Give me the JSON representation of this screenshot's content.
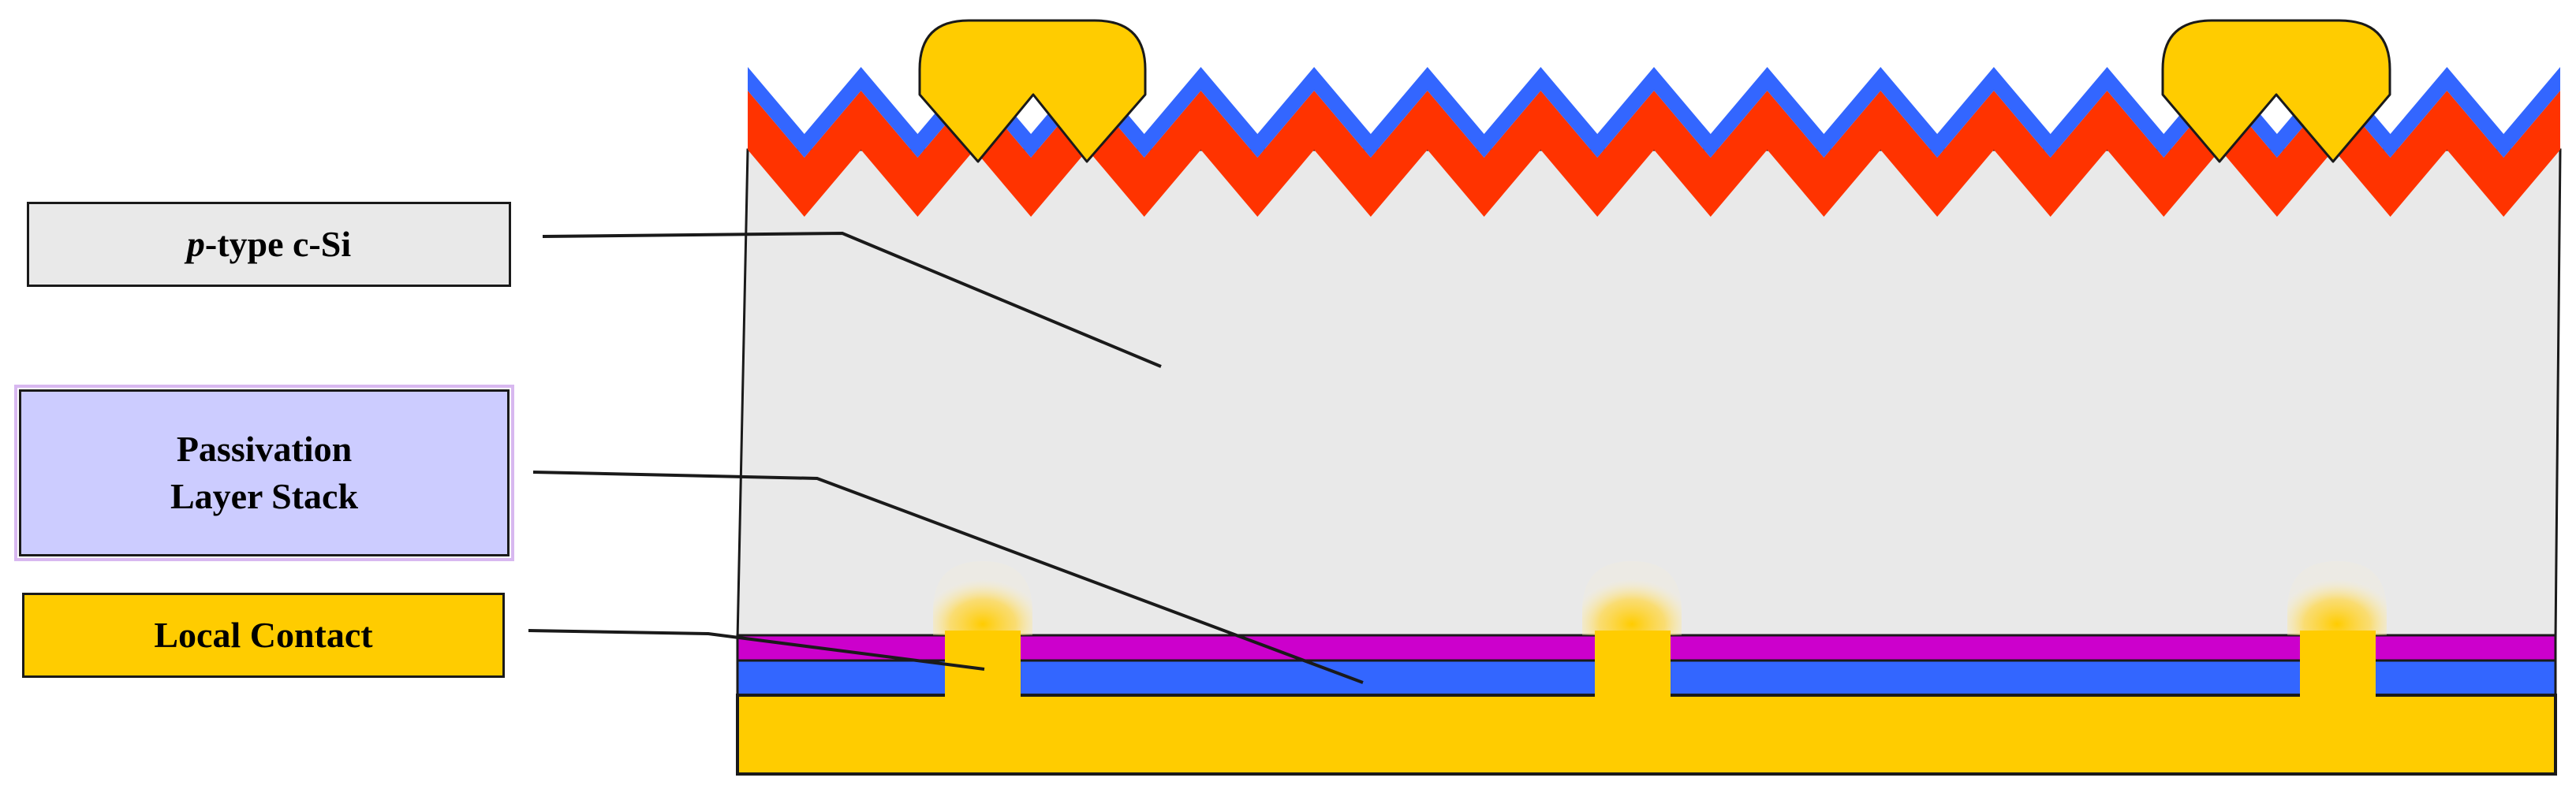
{
  "labels": {
    "substrate": {
      "prefix": "p",
      "suffix": "-type c-Si"
    },
    "passivation": {
      "line1": "Passivation",
      "line2": "Layer Stack"
    },
    "contact": {
      "text": "Local Contact"
    }
  },
  "colors": {
    "substrate": "#e9e9e9",
    "arc_layer": "#3366ff",
    "emitter": "#ff3300",
    "metal": "#ffcc00",
    "passivation_top": "#cc00cc",
    "passivation_bottom": "#3366ff",
    "passivation_label_fill": "#ccccff",
    "substrate_label_fill": "#e9e9e9",
    "contact_label_fill": "#ffcc00",
    "outline": "#1a1a1a"
  }
}
